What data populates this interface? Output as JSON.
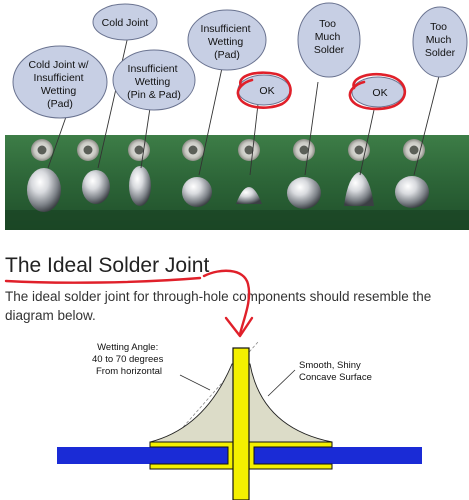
{
  "photo_labels": {
    "cold_joint": "Cold Joint",
    "cold_insufficient": [
      "Cold Joint w/",
      "Insufficient",
      "Wetting",
      "(Pad)"
    ],
    "insufficient_pin_pad": [
      "Insufficient",
      "Wetting",
      "(Pin & Pad)"
    ],
    "insufficient_pad": [
      "Insufficient",
      "Wetting",
      "(Pad)"
    ],
    "ok_1": "OK",
    "too_much_1": [
      "Too",
      "Much",
      "Solder"
    ],
    "ok_2": "OK",
    "too_much_2": [
      "Too",
      "Much",
      "Solder"
    ]
  },
  "article": {
    "heading": "The Ideal Solder Joint",
    "body": "The ideal solder joint for through-hole components should resemble the diagram below."
  },
  "diagram": {
    "wetting_angle": [
      "Wetting Angle:",
      "40 to 70 degrees",
      "From horizontal"
    ],
    "surface": [
      "Smooth, Shiny",
      "Concave Surface"
    ]
  },
  "colors": {
    "bubble_fill": "#c7cfe4",
    "bubble_stroke": "#6a7390",
    "annotation_red": "#e0202a",
    "board_green": "#2e6b3a",
    "pin_yellow": "#f4f000",
    "board_blue": "#1a2bd6",
    "solder_fill": "#dcdcc8"
  }
}
